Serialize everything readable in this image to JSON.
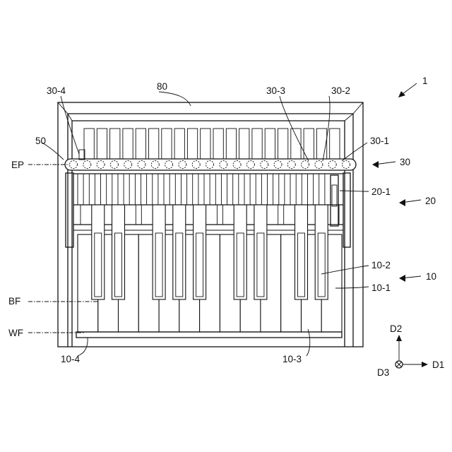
{
  "labels": {
    "device": "1",
    "cover": "80",
    "key_unit": "10",
    "white_key_a": "10-1",
    "black_key": "10-2",
    "white_key_b": "10-3",
    "white_key_c": "10-4",
    "hammer_unit": "20",
    "hammer": "20-1",
    "sensor_unit": "30",
    "sensor_1": "30-1",
    "sensor_2": "30-2",
    "sensor_3": "30-3",
    "sensor_4": "30-4",
    "substrate": "50",
    "ep": "EP",
    "bf": "BF",
    "wf": "WF",
    "d1": "D1",
    "d2": "D2",
    "d3": "D3"
  }
}
